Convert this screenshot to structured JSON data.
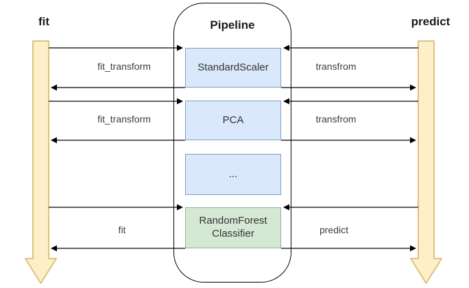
{
  "pipeline": {
    "title": "Pipeline",
    "steps": [
      {
        "label": "StandardScaler",
        "fill": "#dae8fc",
        "border": "#7e9ec5"
      },
      {
        "label": "PCA",
        "fill": "#dae8fc",
        "border": "#7e9ec5"
      },
      {
        "label": "...",
        "fill": "#dae8fc",
        "border": "#7e9ec5"
      },
      {
        "label": "RandomForest Classifier",
        "fill": "#d5e8d4",
        "border": "#90b190"
      }
    ]
  },
  "lifelines": {
    "left": {
      "label": "fit"
    },
    "right": {
      "label": "predict"
    }
  },
  "messages": {
    "row1": {
      "left": "fit_transform",
      "right": "transfrom"
    },
    "row2": {
      "left": "fit_transform",
      "right": "transfrom"
    },
    "row4": {
      "left": "fit",
      "right": "predict"
    }
  },
  "icons": {
    "left_lifeline": "fat-down-arrow",
    "right_lifeline": "fat-down-arrow"
  },
  "colors": {
    "step-blue-fill": "#dae8fc",
    "step-blue-border": "#7e9ec5",
    "step-green-fill": "#d5e8d4",
    "step-green-border": "#90b190",
    "lifeline-fill": "#fdf0c8",
    "lifeline-border": "#dcc27c",
    "line": "#000000"
  }
}
